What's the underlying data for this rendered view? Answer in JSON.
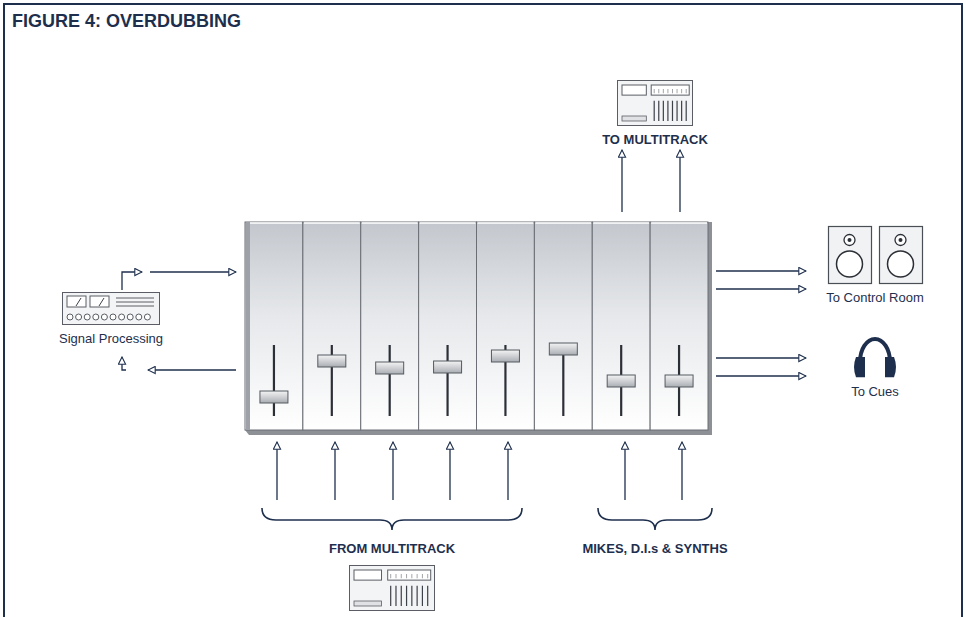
{
  "diagram": {
    "title": "FIGURE 4: OVERDUBBING",
    "nodes": [
      {
        "text": [
          "TO MULTITRACK"
        ]
      },
      {
        "text": [
          "Signal Processing"
        ]
      },
      {
        "text": [
          "To Control Room"
        ]
      },
      {
        "text": [
          "To Cues"
        ]
      },
      {
        "text": [
          "FROM MULTITRACK"
        ]
      }
    ],
    "labels": [
      "MIKES, D.I.s & SYNTHS"
    ]
  }
}
